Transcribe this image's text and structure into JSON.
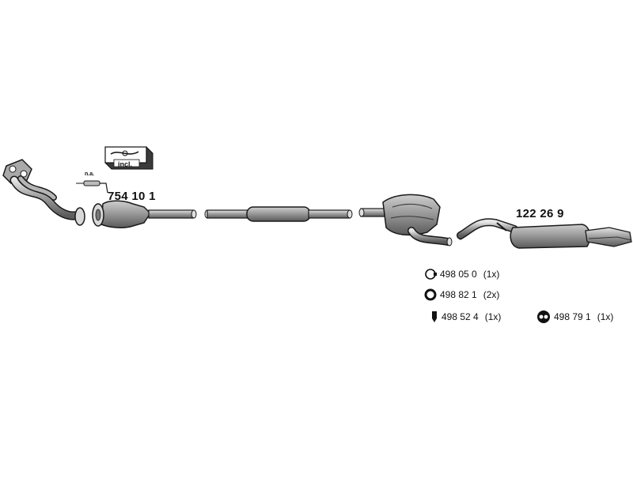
{
  "parts": {
    "catalytic_converter": "754 10 1",
    "rear_silencer": "122 26 9",
    "sensor_note": "n.a.",
    "kit_note": "incl."
  },
  "accessories": [
    {
      "number": "498 05 0",
      "qty": "(1x)",
      "icon": "clamp-icon"
    },
    {
      "number": "498 82 1",
      "qty": "(2x)",
      "icon": "gasket-ring-icon"
    },
    {
      "number": "498 52 4",
      "qty": "(1x)",
      "icon": "bolt-icon"
    },
    {
      "number": "498 79 1",
      "qty": "(1x)",
      "icon": "rubber-mount-icon"
    }
  ],
  "colors": {
    "part_fill": "#8f8f8f",
    "outline": "#1a1a1a",
    "highlight": "#d4d4d4"
  }
}
